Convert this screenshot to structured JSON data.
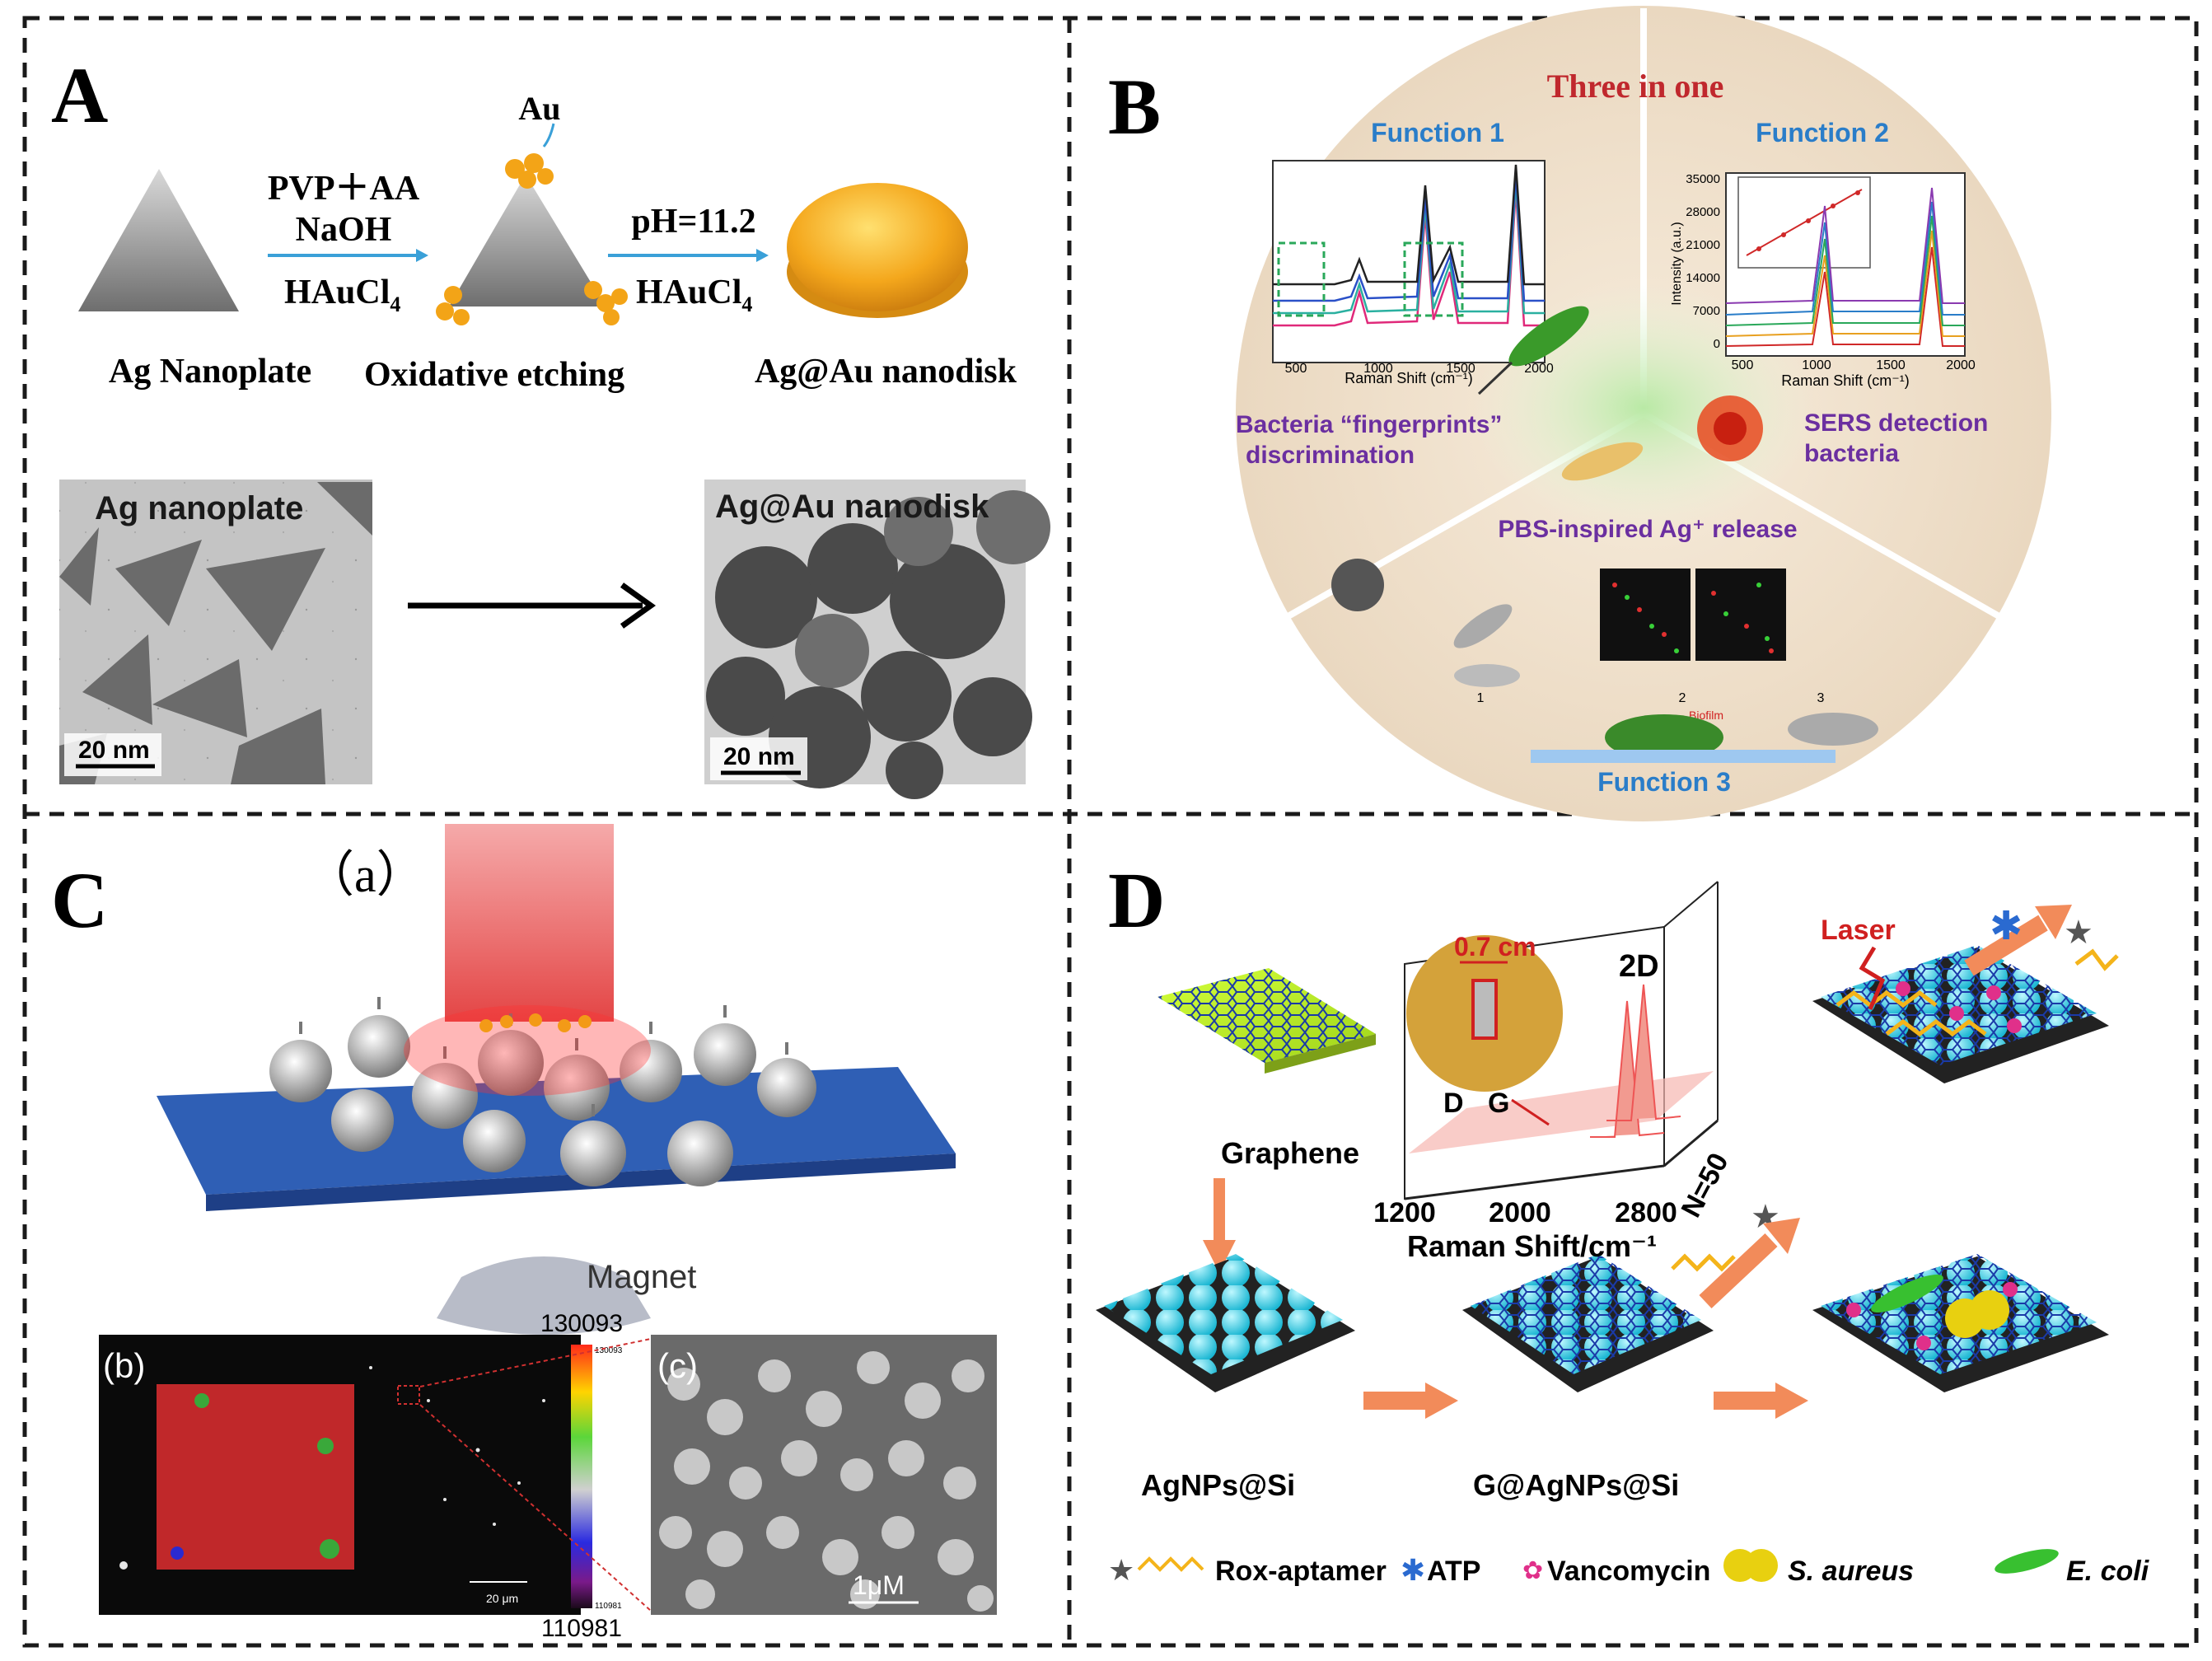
{
  "panelA": {
    "letter": "A",
    "au_label": "Au",
    "step1_reagent1": "PVP＋AA",
    "step1_reagent2": "NaOH",
    "step1_reagent3": "HAuCl",
    "step1_reagent3_sub": "4",
    "step2_reagent1": "pH=11.2",
    "step2_reagent2": "HAuCl",
    "step2_reagent2_sub": "4",
    "label_ag_nanoplate": "Ag Nanoplate",
    "label_oxidative_etching": "Oxidative etching",
    "label_nanodisk": "Ag@Au nanodisk",
    "tem_left_title": "Ag nanoplate",
    "tem_right_title": "Ag@Au nanodisk",
    "tem_left_scale": "20 nm",
    "tem_right_scale": "20 nm"
  },
  "panelB": {
    "letter": "B",
    "title": "Three in one",
    "function1": "Function 1",
    "function2": "Function 2",
    "function3": "Function 3",
    "f1_caption_line1": "Bacteria “fingerprints”",
    "f1_caption_line2": "discrimination",
    "f2_caption_line1": "SERS detection",
    "f2_caption_line2": "bacteria",
    "center_caption": "PBS-inspired Ag⁺ release",
    "f1_xlabel": "Raman Shift (cm⁻¹)",
    "f1_xticks": [
      "500",
      "1000",
      "1500",
      "2000"
    ],
    "f2_xlabel": "Raman Shift (cm⁻¹)",
    "f2_xticks": [
      "500",
      "1000",
      "1500",
      "2000"
    ],
    "f2_ylabel": "Intensity (a.u.)",
    "f2_yticks": [
      "35000",
      "28000",
      "21000",
      "14000",
      "7000",
      "0"
    ],
    "f3_labels": [
      "1",
      "2",
      "3"
    ],
    "biofilm_label": "Biofilm",
    "colors": {
      "title": "#c0282d",
      "function": "#2a7dc9",
      "caption": "#6b2fa0"
    }
  },
  "panelC": {
    "letter": "C",
    "sub_a": "（a）",
    "magnet_label": "Magnet",
    "sub_b": "(b)",
    "sub_c": "(c)",
    "colorbar_top": "130093",
    "colorbar_bottom": "110981",
    "colorbar_top_small": "130093",
    "colorbar_bottom_small": "110981",
    "scale_b": "20 μm",
    "scale_c": "1μM"
  },
  "panelD": {
    "letter": "D",
    "graphene": "Graphene",
    "agnps_si": "AgNPs@Si",
    "g_agnps_si": "G@AgNPs@Si",
    "laser": "Laser",
    "coin_label": "0.7 cm",
    "peak_d": "D",
    "peak_g": "G",
    "peak_2d": "2D",
    "n_label": "N=50",
    "raman_xticks": [
      "1200",
      "2000",
      "2800"
    ],
    "raman_xlabel": "Raman Shift/cm⁻¹",
    "legend_rox": "Rox-aptamer",
    "legend_atp": "ATP",
    "legend_vanco": "Vancomycin",
    "legend_saureus": "S. aureus",
    "legend_ecoli": "E. coli"
  }
}
